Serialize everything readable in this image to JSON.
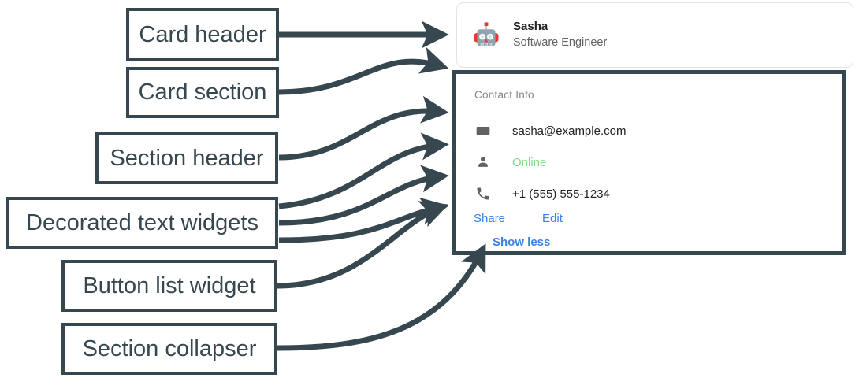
{
  "annotations": [
    {
      "id": "card-header",
      "label": "Card header"
    },
    {
      "id": "card-section",
      "label": "Card section"
    },
    {
      "id": "section-header",
      "label": "Section header"
    },
    {
      "id": "decorated-text",
      "label": "Decorated text widgets"
    },
    {
      "id": "button-list",
      "label": "Button list widget"
    },
    {
      "id": "section-collapser",
      "label": "Section collapser"
    }
  ],
  "card": {
    "header": {
      "avatar_icon": "robot-avatar-icon",
      "title": "Sasha",
      "subtitle": "Software Engineer"
    },
    "section": {
      "header": "Contact Info",
      "rows": [
        {
          "icon": "email-icon",
          "text": "sasha@example.com",
          "color": "#202124"
        },
        {
          "icon": "person-icon",
          "text": "Online",
          "color": "#81d98a"
        },
        {
          "icon": "phone-icon",
          "text": "+1 (555) 555-1234",
          "color": "#202124"
        }
      ],
      "buttons": [
        {
          "label": "Share"
        },
        {
          "label": "Edit"
        }
      ],
      "collapser": {
        "label": "Show less"
      }
    }
  },
  "colors": {
    "annotation_stroke": "#37474f",
    "link_blue": "#3b82e8",
    "status_green": "#81d98a",
    "muted_text": "#80868b",
    "card_border": "#e4e4e4"
  }
}
